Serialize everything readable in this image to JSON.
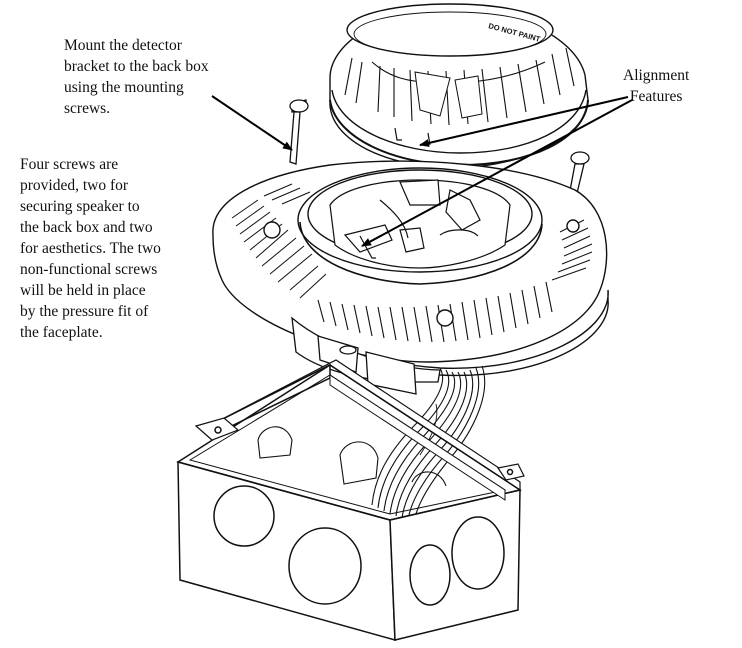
{
  "callouts": {
    "mount": {
      "lines": [
        "Mount the detector",
        "bracket to the back box",
        "using the mounting",
        "screws."
      ]
    },
    "screws": {
      "lines": [
        "Four screws are",
        "provided, two for",
        "securing speaker to",
        "the back box and two",
        "for aesthetics. The two",
        "non-functional screws",
        "will be held in place",
        "by the pressure fit of",
        "the faceplate."
      ]
    },
    "alignment": {
      "lines": [
        "Alignment",
        "Features"
      ]
    }
  },
  "detector": {
    "top_text": "DO NOT PAINT"
  }
}
